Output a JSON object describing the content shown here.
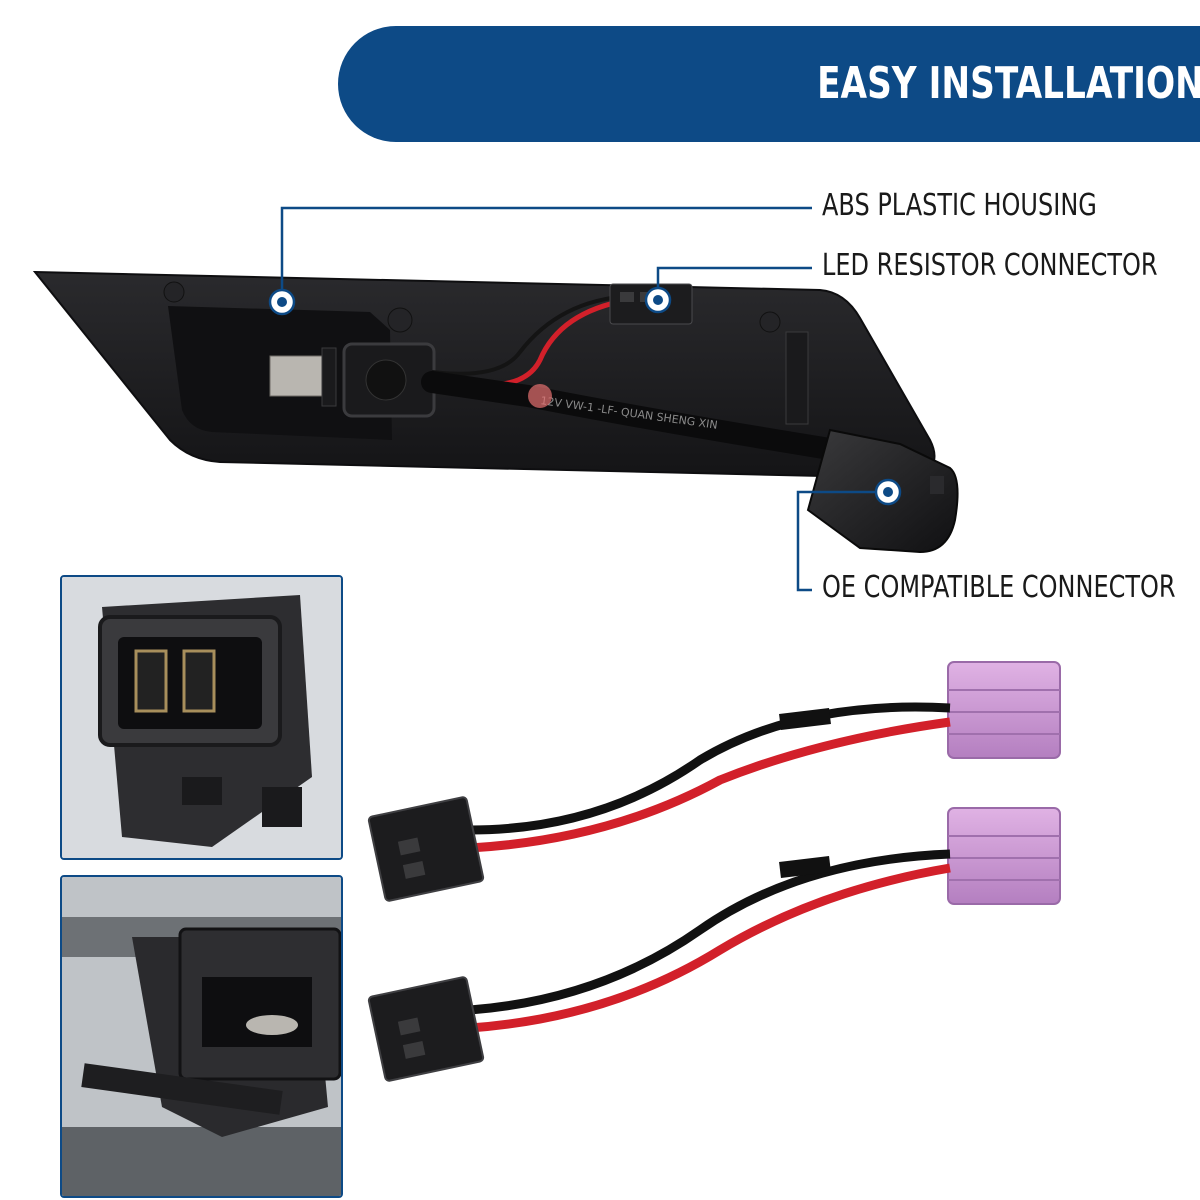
{
  "banner": {
    "title": "EASY INSTALLATION"
  },
  "callouts": {
    "housing": "ABS PLASTIC HOUSING",
    "resistor_connector": "LED RESISTOR CONNECTOR",
    "oe_connector": "OE COMPATIBLE CONNECTOR"
  },
  "product": {
    "cable_print": "12V VW-1 -LF- QUAN SHENG XIN"
  },
  "colors": {
    "brand_blue": "#0d4a86",
    "housing_black": "#1c1c1e",
    "wire_red": "#d2202a",
    "resistor_pink": "#c98fd0"
  }
}
